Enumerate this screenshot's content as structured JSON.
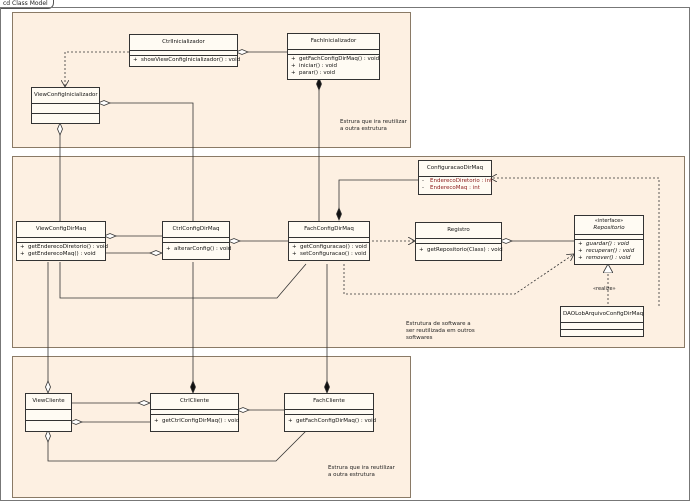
{
  "diagram_tab": "cd Class Model",
  "notes": {
    "pkg1": [
      "Estrura que ira reutilizar",
      "a outra estrutura"
    ],
    "pkg2": [
      "Estrutura de software a",
      "ser reutilizada em outros",
      "softwares"
    ],
    "pkg3": [
      "Estrura que ira reutilizar",
      "a outra estrutura"
    ]
  },
  "realize_label": "«realize»",
  "classes": {
    "ctrl_inicializador": {
      "name": "CtrlInicializador",
      "methods": [
        [
          "+",
          "showViewConfigInicializador() : void"
        ]
      ]
    },
    "fach_inicializador": {
      "name": "FachInicializador",
      "methods": [
        [
          "+",
          "getFachConfigDirMaq() : void"
        ],
        [
          "+",
          "iniciar() : void"
        ],
        [
          "+",
          "parar() : void"
        ]
      ]
    },
    "view_config_inicializador": {
      "name": "ViewConfigInicializador"
    },
    "configuracao_dir_maq": {
      "name": "ConfiguracaoDirMaq",
      "attrs": [
        [
          "-",
          "EnderecoDiretorio : int"
        ],
        [
          "-",
          "EnderecoMaq : int"
        ]
      ]
    },
    "view_config_dir_maq": {
      "name": "ViewConfigDirMaq",
      "methods": [
        [
          "+",
          "getEnderecoDiretorio() : void"
        ],
        [
          "+",
          "getEnderecoMaq() : void"
        ]
      ]
    },
    "ctrl_config_dir_maq": {
      "name": "CtrlConfigDirMaq",
      "methods": [
        [
          "+",
          "alterarConfig() : void"
        ]
      ]
    },
    "fach_config_dir_maq": {
      "name": "FachConfigDirMaq",
      "methods": [
        [
          "+",
          "getConfiguracao() : void"
        ],
        [
          "+",
          "setConfiguracao() : void"
        ]
      ]
    },
    "registro": {
      "name": "Registro",
      "methods": [
        [
          "+",
          "getRepositorio(Class) : void"
        ]
      ]
    },
    "repositorio": {
      "stereotype": "«interface»",
      "name": "Repositorio",
      "methods": [
        [
          "+",
          "guardar() : void"
        ],
        [
          "+",
          "recuperar() : void"
        ],
        [
          "+",
          "remover() : void"
        ]
      ]
    },
    "dao_lob": {
      "name": "DAOLobArquivoConfigDirMaq"
    },
    "view_cliente": {
      "name": "ViewCliente"
    },
    "ctrl_cliente": {
      "name": "CtrlCliente",
      "methods": [
        [
          "+",
          "getCtrlConfigDirMaq() : void"
        ]
      ]
    },
    "fach_cliente": {
      "name": "FachCliente",
      "methods": [
        [
          "+",
          "getFachConfigDirMaq() : void"
        ]
      ]
    }
  }
}
